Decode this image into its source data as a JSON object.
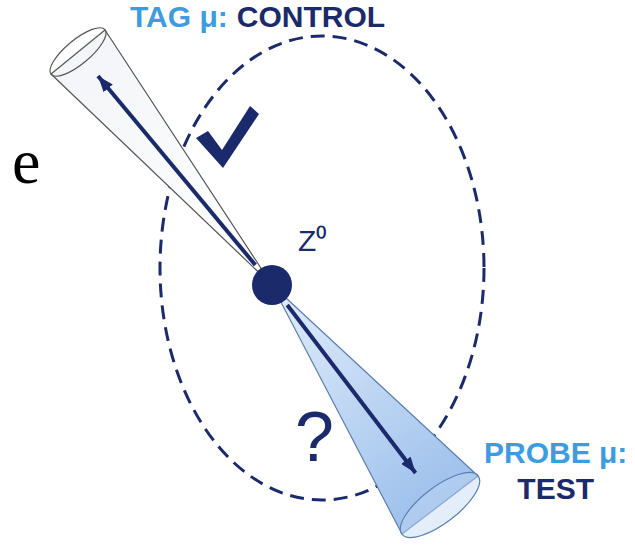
{
  "diagram": {
    "nodes": [
      {
        "text": [
          "Z⁰"
        ]
      },
      {
        "text": [
          "TAG μ:",
          "CONTROL"
        ]
      },
      {
        "text": [
          "PROBE μ:",
          "TEST"
        ]
      }
    ],
    "edges": [
      {
        "from": 0,
        "to": 1,
        "arrow": "to"
      },
      {
        "from": 0,
        "to": 2,
        "arrow": "to"
      }
    ],
    "labels": [
      "?",
      "e"
    ]
  }
}
